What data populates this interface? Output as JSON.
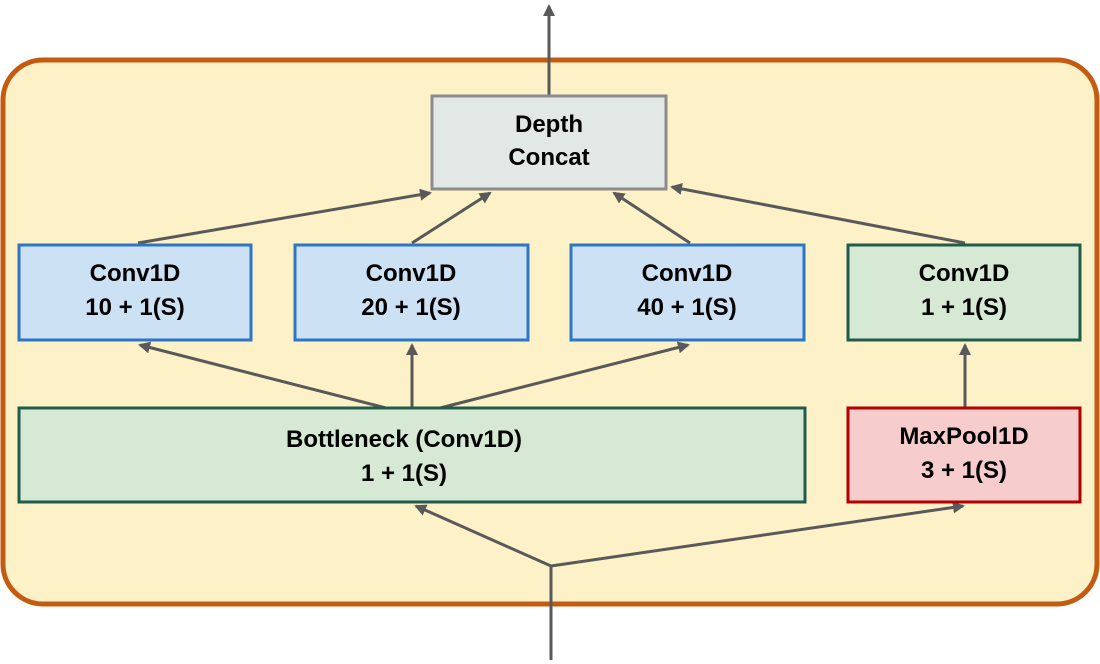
{
  "diagram": {
    "colors": {
      "container_fill": "#fdf1c8",
      "container_stroke": "#c55a11",
      "arrow": "#595959",
      "concat_fill": "#e1e8e6",
      "concat_stroke": "#8c8c8c",
      "blue_fill": "#cde1f4",
      "blue_stroke": "#2e75c6",
      "green_fill": "#d5e9d4",
      "green_stroke": "#1f5c4a",
      "red_fill": "#f6cccc",
      "red_stroke": "#b40000"
    },
    "nodes": {
      "concat": {
        "line1": "Depth",
        "line2": "Concat"
      },
      "conv10": {
        "line1": "Conv1D",
        "line2": "10 + 1(S)"
      },
      "conv20": {
        "line1": "Conv1D",
        "line2": "20 + 1(S)"
      },
      "conv40": {
        "line1": "Conv1D",
        "line2": "40 + 1(S)"
      },
      "conv1": {
        "line1": "Conv1D",
        "line2": "1 + 1(S)"
      },
      "bottleneck": {
        "line1": "Bottleneck (Conv1D)",
        "line2": "1 + 1(S)"
      },
      "maxpool": {
        "line1": "MaxPool1D",
        "line2": "3 + 1(S)"
      }
    },
    "edges": [
      {
        "from": "input",
        "to": "bottleneck"
      },
      {
        "from": "input",
        "to": "maxpool"
      },
      {
        "from": "bottleneck",
        "to": "conv10"
      },
      {
        "from": "bottleneck",
        "to": "conv20"
      },
      {
        "from": "bottleneck",
        "to": "conv40"
      },
      {
        "from": "maxpool",
        "to": "conv1"
      },
      {
        "from": "conv10",
        "to": "concat"
      },
      {
        "from": "conv20",
        "to": "concat"
      },
      {
        "from": "conv40",
        "to": "concat"
      },
      {
        "from": "conv1",
        "to": "concat"
      },
      {
        "from": "concat",
        "to": "output"
      }
    ]
  }
}
